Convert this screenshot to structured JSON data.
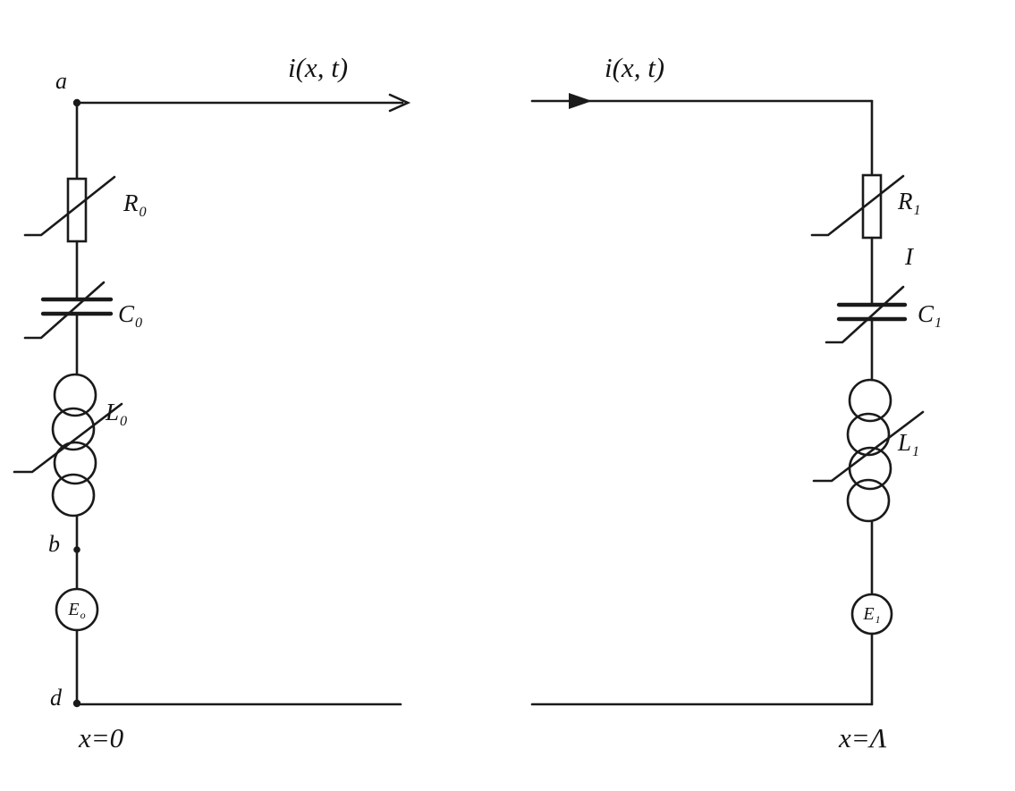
{
  "colors": {
    "line": "#1a1a1a",
    "background": "#ffffff"
  },
  "left": {
    "node_a": "a",
    "node_b": "b",
    "node_d": "d",
    "current_label": "i(x, t)",
    "resistor": {
      "main": "R",
      "sub": "0"
    },
    "capacitor": {
      "main": "C",
      "sub": "0"
    },
    "inductor": {
      "main": "L",
      "sub": "0"
    },
    "source": {
      "main": "E",
      "sub": "o"
    },
    "position_label": "x=0"
  },
  "right": {
    "current_label": "i(x, t)",
    "resistor": {
      "main": "R",
      "sub": "1"
    },
    "secondary_current_label": "I",
    "capacitor": {
      "main": "C",
      "sub": "1"
    },
    "inductor": {
      "main": "L",
      "sub": "1"
    },
    "source": {
      "main": "E",
      "sub": "1"
    },
    "position_label": "x=Λ"
  }
}
